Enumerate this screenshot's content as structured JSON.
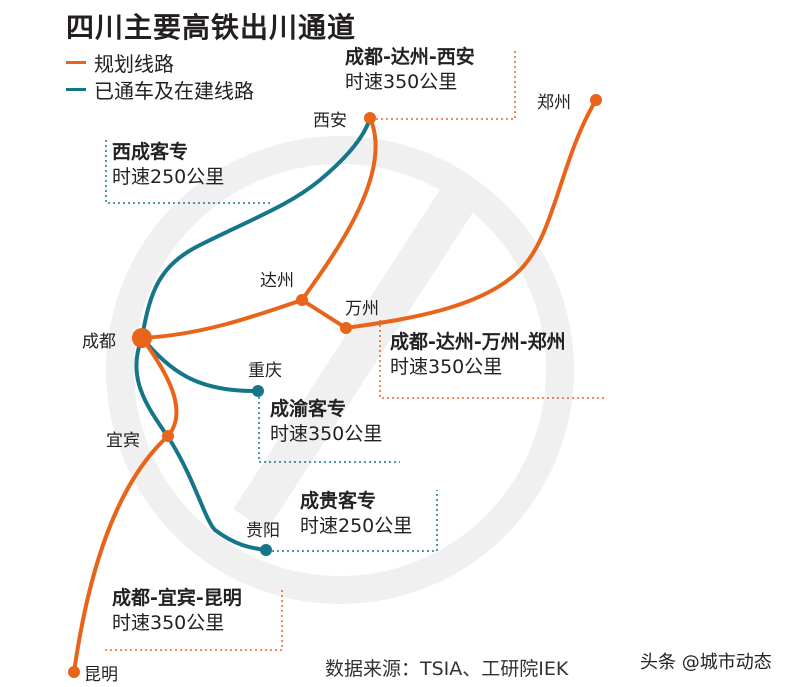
{
  "title": "四川主要高铁出川通道",
  "legend": [
    {
      "label": "规划线路",
      "color": "#e8641b"
    },
    {
      "label": "已通车及在建线路",
      "color": "#15768a"
    }
  ],
  "cities": {
    "xian": "西安",
    "zhengzhou": "郑州",
    "dazhou": "达州",
    "wanzhou": "万州",
    "chengdu": "成都",
    "chongqing": "重庆",
    "yibin": "宜宾",
    "guiyang": "贵阳",
    "kunming": "昆明"
  },
  "routes": [
    {
      "name": "成都-达州-西安",
      "speed": "时速350公里",
      "status": "planned"
    },
    {
      "name": "西成客专",
      "speed": "时速250公里",
      "status": "built"
    },
    {
      "name": "成都-达州-万州-郑州",
      "speed": "时速350公里",
      "status": "planned"
    },
    {
      "name": "成渝客专",
      "speed": "时速350公里",
      "status": "built"
    },
    {
      "name": "成贵客专",
      "speed": "时速250公里",
      "status": "built"
    },
    {
      "name": "成都-宜宾-昆明",
      "speed": "时速350公里",
      "status": "planned"
    }
  ],
  "source": "数据来源：TSIA、工研院IEK",
  "watermark": "头条 @城市动态"
}
